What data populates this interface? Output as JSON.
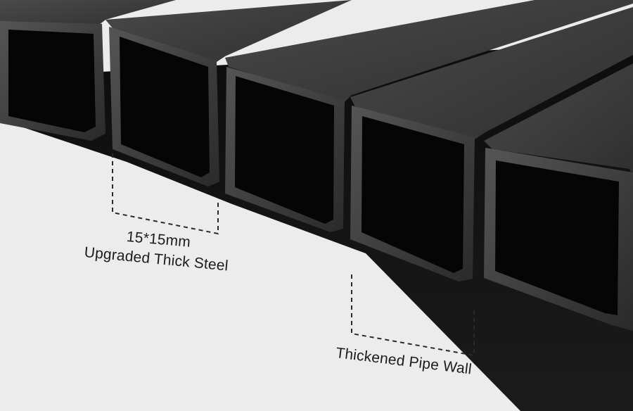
{
  "annotations": {
    "size_label": "15*15mm",
    "material_label": "Upgraded Thick Steel",
    "wall_label": "Thickened Pipe Wall"
  },
  "colors": {
    "background": "#ececec",
    "tube_face": "#2e2e2e",
    "tube_top": "#3a3a3a",
    "tube_rim": "#4a4a4a",
    "tube_interior": "#050505",
    "dashed_line": "#2a2a2a",
    "label_text": "#1c1c1c"
  }
}
